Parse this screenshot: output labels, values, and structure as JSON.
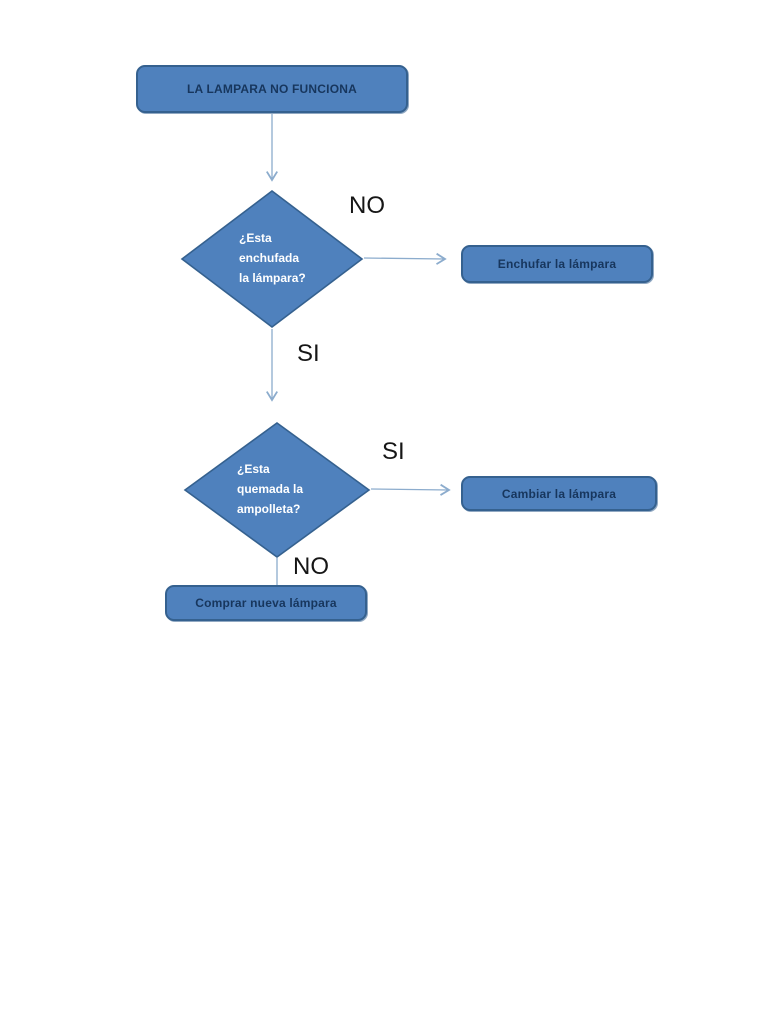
{
  "palette": {
    "page_background": "#ffffff",
    "shape_fill": "#4f81bd",
    "shape_border": "#35618f",
    "box_text_color": "#17365d",
    "diamond_text_color": "#ffffff",
    "connector_color": "#8caccd",
    "edge_label_color": "#161616"
  },
  "flowchart": {
    "start": {
      "label": "LA LAMPARA NO FUNCIONA"
    },
    "decision_plugged": {
      "lines": [
        "¿Esta",
        "enchufada",
        "la lámpara?"
      ]
    },
    "action_plug": {
      "label": "Enchufar la lámpara"
    },
    "decision_burned": {
      "lines": [
        "¿Esta",
        "quemada la",
        "ampolleta?"
      ]
    },
    "action_change": {
      "label": "Cambiar la lámpara"
    },
    "action_buy": {
      "label": "Comprar nueva lámpara"
    },
    "edge_labels": {
      "not_plugged": "NO",
      "plugged": "SI",
      "burned": "SI",
      "not_burned": "NO"
    }
  }
}
